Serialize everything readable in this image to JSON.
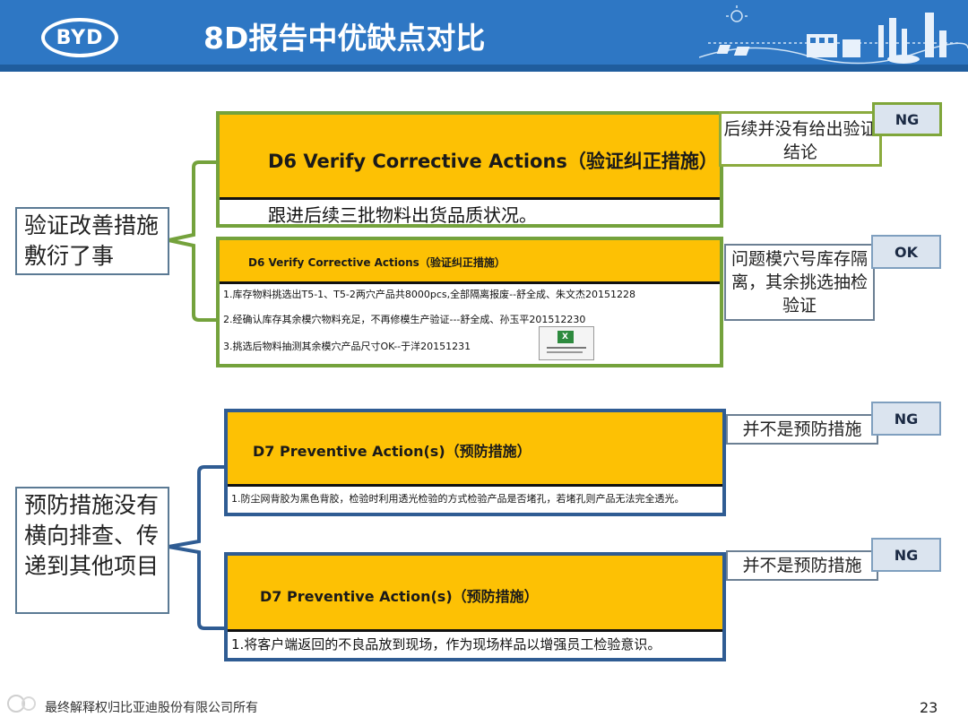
{
  "header": {
    "logo_text": "BYD",
    "title": "8D报告中优缺点对比"
  },
  "section_d6": {
    "label": "验证改善措施敷衍了事",
    "card1": {
      "heading": "D6  Verify Corrective Actions（验证纠正措施）",
      "body": "跟进后续三批物料出货品质状况。",
      "note": "后续并没有给出验证结论",
      "tag": "NG"
    },
    "card2": {
      "heading": "D6  Verify Corrective Actions（验证纠正措施）",
      "lines": [
        "1.库存物料挑选出T5-1、T5-2两穴产品共8000pcs,全部隔离报废--舒全成、朱文杰20151228",
        "2.经确认库存其余模穴物料充足，不再修模生产验证---舒全成、孙玉平201512230",
        "3.挑选后物料抽测其余模穴产品尺寸OK--于洋20151231"
      ],
      "attachment_icon": "excel-file-icon",
      "note": "问题模穴号库存隔离，其余挑选抽检验证",
      "tag": "OK"
    }
  },
  "section_d7": {
    "label": "预防措施没有横向排查、传递到其他项目",
    "card1": {
      "heading": "D7  Preventive Action(s)（预防措施）",
      "body": "1.防尘网背胶为黑色背胶，检验时利用透光检验的方式检验产品是否堵孔，若堵孔则产品无法完全透光。",
      "note": "并不是预防措施",
      "tag": "NG"
    },
    "card2": {
      "heading": "D7  Preventive Action(s)（预防措施）",
      "body": "1.将客户端返回的不良品放到现场，作为现场样品以增强员工检验意识。",
      "note": "并不是预防措施",
      "tag": "NG"
    }
  },
  "footer": {
    "text": "最终解释权归比亚迪股份有限公司所有",
    "page_number": "23"
  },
  "colors": {
    "header_blue": "#2e77c4",
    "bar_yellow": "#fdc104",
    "green_border": "#74a23c",
    "blue_border": "#2f5c93"
  }
}
